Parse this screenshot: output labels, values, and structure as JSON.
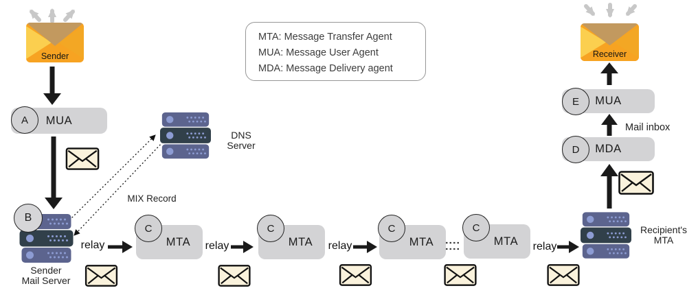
{
  "legend": {
    "lines": [
      "MTA: Message Transfer Agent",
      "MUA: Message User Agent",
      "MDA: Message Delivery agent"
    ]
  },
  "endpoints": {
    "sender_label": "Sender",
    "receiver_label": "Receiver"
  },
  "agents": {
    "mua_a": {
      "letter": "A",
      "label": "MUA"
    },
    "mail_server_badge": "B",
    "mta_1": {
      "letter": "C",
      "label": "MTA"
    },
    "mta_2": {
      "letter": "C",
      "label": "MTA"
    },
    "mta_3": {
      "letter": "C",
      "label": "MTA"
    },
    "mta_4": {
      "letter": "C",
      "label": "MTA"
    },
    "mda": {
      "letter": "D",
      "label": "MDA"
    },
    "mua_e": {
      "letter": "E",
      "label": "MUA"
    }
  },
  "servers": {
    "sender_mail": {
      "line1": "Sender",
      "line2": "Mail Server"
    },
    "dns": {
      "line1": "DNS",
      "line2": "Server"
    },
    "recipient": {
      "line1": "Recipient's",
      "line2": "MTA"
    }
  },
  "labels": {
    "relay": "relay",
    "mix_record": "MIX Record",
    "mail_inbox": "Mail inbox"
  },
  "colors": {
    "envelope_body": "#F7A322",
    "envelope_flap": "#C2995F",
    "envelope_left_fold": "#FBCF4F",
    "envelope_right_fold": "#F3A724",
    "mail_icon_fill": "#FAF2DC",
    "agent_box_gray": "#D3D3D5",
    "server_light": "#5C648E",
    "server_dark": "#31404A",
    "server_dots": "#8D9CD3",
    "arrow_black": "#1A1A1A",
    "arrow_gray": "#C8C8C8"
  }
}
